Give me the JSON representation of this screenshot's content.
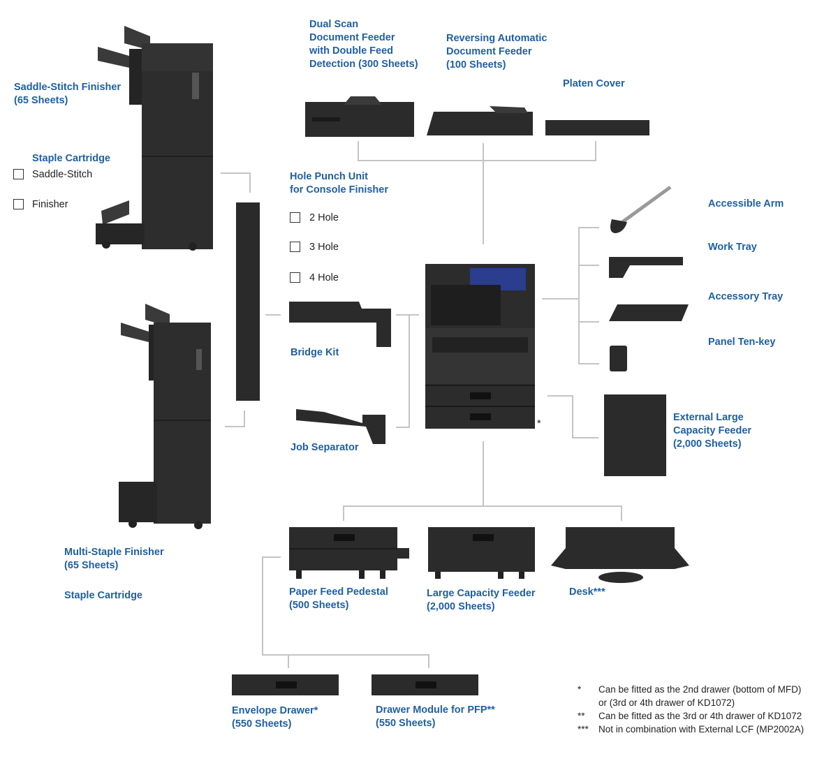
{
  "labels": {
    "dsdf": [
      "Dual Scan",
      "Document Feeder",
      "with Double Feed",
      "Detection (300 Sheets)"
    ],
    "radf": [
      "Reversing Automatic",
      "Document Feeder",
      "(100 Sheets)"
    ],
    "platen": "Platen Cover",
    "saddle": [
      "Saddle-Stitch Finisher",
      "(65 Sheets)"
    ],
    "staple_cartridge_top": "Staple Cartridge",
    "staple_options": [
      "Saddle-Stitch",
      "Finisher"
    ],
    "hole_punch": [
      "Hole Punch Unit",
      "for Console Finisher"
    ],
    "hole_options": [
      "2 Hole",
      "3 Hole",
      "4 Hole"
    ],
    "bridge": "Bridge Kit",
    "job_sep": "Job Separator",
    "arm": "Accessible Arm",
    "work_tray": "Work Tray",
    "acc_tray": "Accessory Tray",
    "tenkey": "Panel Ten-key",
    "ext_lcf": [
      "External Large",
      "Capacity Feeder",
      "(2,000 Sheets)"
    ],
    "multi_staple": [
      "Multi-Staple Finisher",
      "(65 Sheets)"
    ],
    "staple_cartridge_bottom": "Staple Cartridge",
    "pfp": [
      "Paper Feed Pedestal",
      "(500 Sheets)"
    ],
    "lcf": [
      "Large Capacity Feeder",
      "(2,000 Sheets)"
    ],
    "desk": "Desk***",
    "envelope": [
      "Envelope Drawer*",
      "(550 Sheets)"
    ],
    "drawer_module": [
      "Drawer Module for PFP**",
      "(550 Sheets)"
    ],
    "mfp_asterisk": "*"
  },
  "footnotes": [
    {
      "mark": "*",
      "text": "Can be fitted as the 2nd drawer (bottom of MFD)"
    },
    {
      "mark": "",
      "text": "or (3rd or 4th drawer of KD1072)"
    },
    {
      "mark": "**",
      "text": "Can be fitted as the 3rd or 4th drawer of KD1072"
    },
    {
      "mark": "***",
      "text": "Not in combination with External LCF (MP2002A)"
    }
  ],
  "colors": {
    "label": "#1f5fa3",
    "device": "#2b2b2b",
    "line": "#bfbfbf"
  }
}
